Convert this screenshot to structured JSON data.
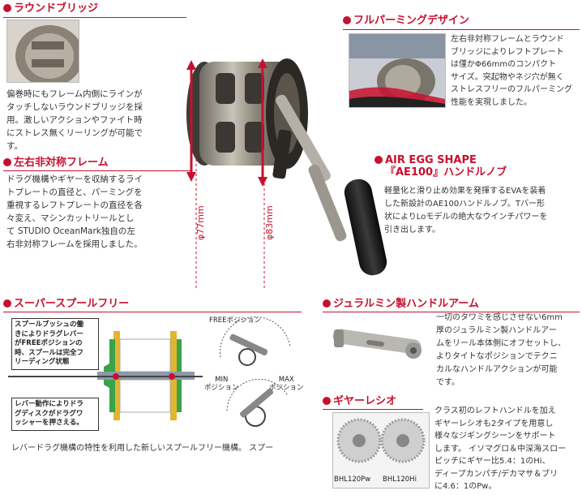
{
  "sections": {
    "round_bridge": {
      "title": "ラウンドブリッジ",
      "lines": [
        "偏巻時にもフレーム内側にラインが",
        "タッチしないラウンドブリッジを採",
        "用。激しいアクションやファイト時",
        "にストレス無くリーリングが可能で",
        "す。"
      ]
    },
    "asym_frame": {
      "title": "左右非対称フレーム",
      "lines": [
        "ドラグ機構やギヤーを収納するライ",
        "トプレートの直径と、パーミングを",
        "重視するレフトプレートの直径を各",
        "々変え、マシンカットリールとし",
        "て STUDIO OceanMark独自の左",
        "右非対称フレームを採用しました。"
      ]
    },
    "full_palming": {
      "title": "フルパーミングデザイン",
      "lines": [
        "左右非対称フレームとラウンド",
        "ブリッジによりレフトプレート",
        "は僅かΦ66mmのコンパクト",
        "サイズ。突起物やネジ穴が無く",
        "ストレスフリーのフルパーミング",
        "性能を実現しました。"
      ]
    },
    "air_egg": {
      "title_line1": "AIR EGG SHAPE",
      "title_line2": "『AE100』ハンドルノブ",
      "lines": [
        "軽量化と滑り止め効果を発揮するEVAを装着",
        "した新設計のAE100ハンドルノブ。Tバー形",
        "状によりLoモデルの絶大なウインチパワーを",
        "引き出します。"
      ]
    },
    "duralumin": {
      "title": "ジュラルミン製ハンドルアーム",
      "lines": [
        "一切のタワミを感じさせない6mm",
        "厚のジュラルミン製ハンドルアー",
        "ムをリール本体側にオフセットし、",
        "よりタイトなポジションでテクニ",
        "カルなハンドルアクションが可能",
        "です。"
      ]
    },
    "gear_ratio": {
      "title": "ギヤーレシオ",
      "lines": [
        "クラス初のレフトハンドルを加え",
        "ギヤーレシオも2タイプを用意し",
        "様々なジギングシーンをサポート",
        "します。 イソマグロ＆中深海スロー",
        "ピッチにギヤー比5.4：1のHi、",
        "ディープカンパチ/デカマサ＆ブリ",
        "に4.6：1のPw。"
      ],
      "label_pw": "BHL120Pw",
      "label_hi": "BHL120Hi"
    },
    "spool_free": {
      "title": "スーパースプールフリー",
      "box_top": [
        "スプールブッシュの働",
        "きによりドラグレバー",
        "がFREEポジションの",
        "時、スプールは完全フ",
        "リーディング状態"
      ],
      "box_bottom": [
        "レバー動作によりドラ",
        "グディスクがドラグワ",
        "ッシャーを押さえる。"
      ],
      "free_position": "FREEポジション",
      "min_position": [
        "MIN",
        "ポジション"
      ],
      "max_position": [
        "MAX",
        "ポジション"
      ],
      "footer": "レバードラグ機構の特性を利用した新しいスプールフリー機構。 スプー"
    }
  },
  "dimensions": {
    "left": "φ77mm",
    "right": "φ83mm"
  },
  "colors": {
    "accent": "#c8102e"
  }
}
